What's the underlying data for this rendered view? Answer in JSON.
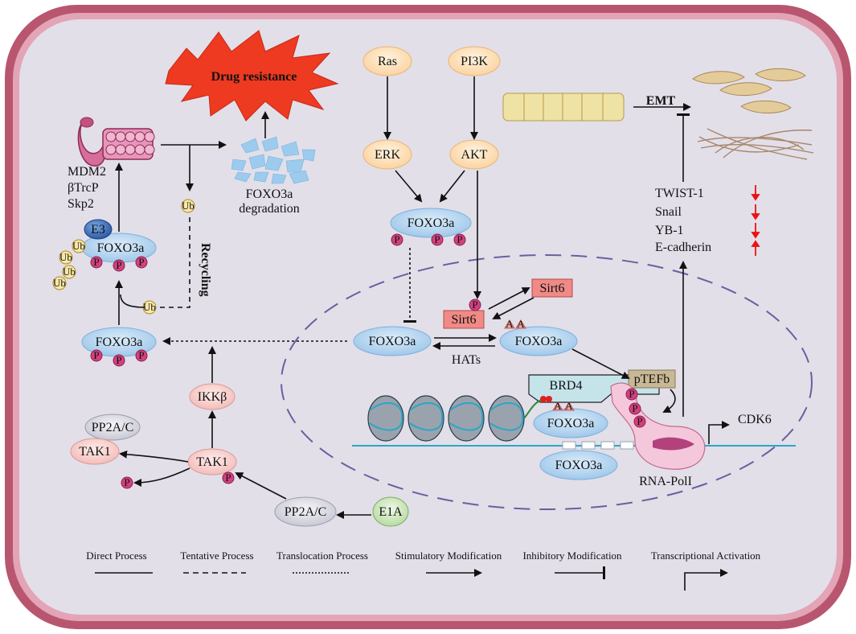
{
  "colors": {
    "cell_membrane_outer": "#b8566f",
    "cell_membrane_inner": "#e3a4b6",
    "cytoplasm": "#e2dfe9",
    "nucleus_border": "#6a5fa0",
    "protein_blue": "#b9d9f2",
    "node_orange": "#fde2be",
    "node_pink": "#f9d6d2",
    "sirt6_red": "#ef8a86",
    "phospho": "#d0427e",
    "ub_yellow": "#f8e7a6",
    "arrow": "#111111",
    "burst": "#ee3a20"
  },
  "nodes": {
    "drug_resistance": "Drug resistance",
    "ras": "Ras",
    "pi3k": "PI3K",
    "erk": "ERK",
    "akt": "AKT",
    "emt": "EMT",
    "mdm2": "MDM2",
    "btrcp": "βTrcP",
    "skp2": "Skp2",
    "e3": "E3",
    "foxo3a": "FOXO3a",
    "foxo3a_degradation_1": "FOXO3a",
    "foxo3a_degradation_2": "degradation",
    "ub": "Ub",
    "p": "P",
    "a": "A",
    "recycling": "Recycling",
    "twist1": "TWIST-1",
    "snail": "Snail",
    "yb1": "YB-1",
    "ecadherin": "E-cadherin",
    "sirt6": "Sirt6",
    "hats": "HATs",
    "brd4": "BRD4",
    "ptefb": "pTEFb",
    "rnapol": "RNA-PolI",
    "cdk6": "CDK6",
    "ikkb": "IKKβ",
    "pp2ac": "PP2A/C",
    "tak1": "TAK1",
    "e1a": "E1A"
  },
  "legend": {
    "direct": "Direct Process",
    "tentative": "Tentative Process",
    "translocation": "Translocation Process",
    "stimulatory": "Stimulatory Modification",
    "inhibitory": "Inhibitory Modification",
    "transcriptional": "Transcriptional Activation"
  }
}
